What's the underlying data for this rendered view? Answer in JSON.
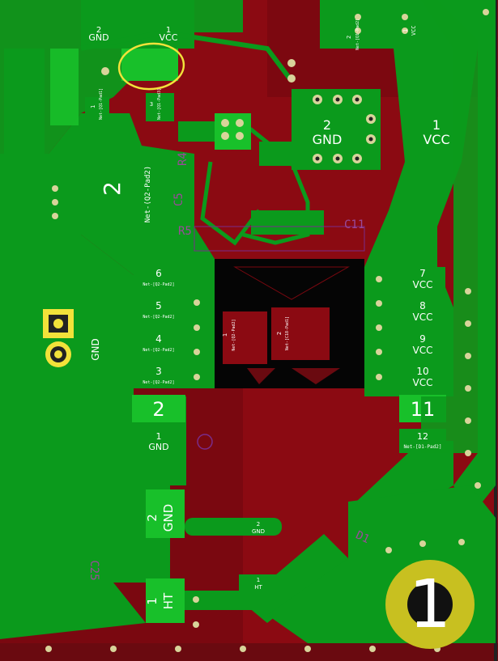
{
  "colors": {
    "copper": "#8b0a12",
    "copper_dark": "#5a050a",
    "mask_green": "#0b9a1c",
    "pad_green": "#18c02a",
    "edge": "#222",
    "via": "#d8d49a",
    "highlight": "#f2e23a",
    "silk": "#c0c0c0",
    "purple": "#7a2c8a"
  },
  "labels": {
    "top_gnd_num": "2",
    "top_gnd": "GND",
    "top_vcc_num": "1",
    "top_vcc": "VCC",
    "small_net_num": "2",
    "small_net_name": "Net-[Q1-Pad2]",
    "small_vcc_num": "1",
    "small_vcc": "VCC",
    "pad1_small": "1",
    "pad3_small": "3",
    "pad3_net": "Net-[Q1-Pad3]",
    "pad1_net": "Net-[Q1-Pad1]",
    "r4": "R4",
    "c5": "C5",
    "r5": "R5",
    "c11": "C11",
    "big2": "2",
    "big2_net": "Net-(Q2-Pad2)",
    "right_gnd_num": "2",
    "right_gnd": "GND",
    "right_vcc_num": "1",
    "right_vcc": "VCC",
    "gnd_vertical": "GND",
    "center_pad1": "1",
    "center_pad1_net": "Net-[Q2-Pad2]",
    "center_pad2": "2",
    "center_pad2_net": "Net-[C18-Pad1]",
    "p6": "6",
    "p6_net": "Net-[Q2-Pad2]",
    "p5": "5",
    "p5_net": "Net-[Q2-Pad2]",
    "p4": "4",
    "p4_net": "Net-[Q2-Pad2]",
    "p3": "3",
    "p3_net": "Net-[Q2-Pad2]",
    "p2": "2",
    "p1_gnd_num": "1",
    "p1_gnd": "GND",
    "p7": "7",
    "p7_vcc": "VCC",
    "p8": "8",
    "p8_vcc": "VCC",
    "p9": "9",
    "p9_vcc": "VCC",
    "p10": "10",
    "p10_vcc": "VCC",
    "p11": "11",
    "p12": "12",
    "p12_net": "Net-[D1-Pad2]",
    "gnd_lower_num": "2",
    "gnd_lower": "GND",
    "gnd_pad_small_num": "2",
    "gnd_pad_small": "GND",
    "ht_num": "1",
    "ht": "HT",
    "ht_small_num": "1",
    "ht_small": "HT",
    "c25": "C25",
    "d1": "D1",
    "hole_label": "1"
  }
}
